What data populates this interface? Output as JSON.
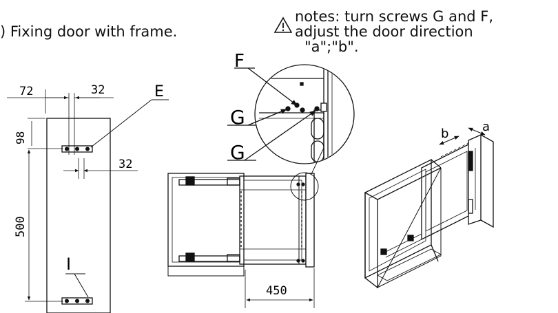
{
  "title": ") Fixing door with frame.",
  "notes": {
    "line1": "notes: turn screws G and F,",
    "line2": "adjust the door direction",
    "line3": "\"a\";\"b\"."
  },
  "dims": {
    "d72": "72",
    "d32_top": "32",
    "d98": "98",
    "d32_mid": "32",
    "d500": "500",
    "d450": "450"
  },
  "labels": {
    "E": "E",
    "I": "I",
    "F": "F",
    "G1": "G",
    "G2": "G",
    "a": "a",
    "b": "b"
  },
  "icons": {
    "warning": "warning-triangle-icon"
  }
}
